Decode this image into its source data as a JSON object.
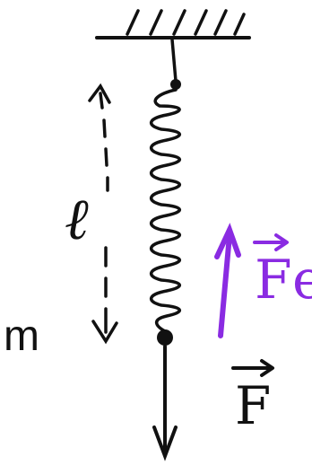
{
  "labels": {
    "length": "ℓ",
    "mass": "m",
    "spring_force": "F",
    "spring_force_suffix": "e",
    "applied_force": "F"
  },
  "colors": {
    "ink": "#111111",
    "spring_force": "#8a2be2"
  }
}
